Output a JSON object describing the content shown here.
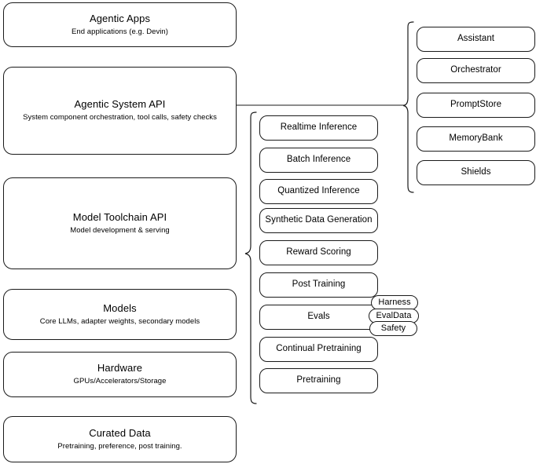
{
  "diagram": {
    "title": "Agentic stack layered architecture",
    "stroke_color": "#1a1a1a",
    "background_color": "#ffffff",
    "text_color": "#000000"
  },
  "layers": [
    {
      "id": "agentic-apps",
      "title": "Agentic Apps",
      "subtitle": "End applications (e.g. Devin)"
    },
    {
      "id": "agentic-system-api",
      "title": "Agentic System API",
      "subtitle": "System component orchestration, tool calls, safety checks"
    },
    {
      "id": "model-toolchain-api",
      "title": "Model Toolchain API",
      "subtitle": "Model development & serving"
    },
    {
      "id": "models",
      "title": "Models",
      "subtitle": "Core LLMs, adapter weights, secondary models"
    },
    {
      "id": "hardware",
      "title": "Hardware",
      "subtitle": "GPUs/Accelerators/Storage"
    },
    {
      "id": "curated-data",
      "title": "Curated Data",
      "subtitle": "Pretraining, preference, post training."
    }
  ],
  "toolchain_components": [
    {
      "id": "realtime-inference",
      "label": "Realtime Inference"
    },
    {
      "id": "batch-inference",
      "label": "Batch Inference"
    },
    {
      "id": "quantized-inference",
      "label": "Quantized Inference"
    },
    {
      "id": "synthetic-data-generation",
      "label": "Synthetic Data Generation"
    },
    {
      "id": "reward-scoring",
      "label": "Reward Scoring"
    },
    {
      "id": "post-training",
      "label": "Post Training"
    },
    {
      "id": "evals",
      "label": "Evals"
    },
    {
      "id": "continual-pretraining",
      "label": "Continual Pretraining"
    },
    {
      "id": "pretraining",
      "label": "Pretraining"
    }
  ],
  "system_components": [
    {
      "id": "assistant",
      "label": "Assistant"
    },
    {
      "id": "orchestrator",
      "label": "Orchestrator"
    },
    {
      "id": "promptstore",
      "label": "PromptStore"
    },
    {
      "id": "memorybank",
      "label": "MemoryBank"
    },
    {
      "id": "shields",
      "label": "Shields"
    }
  ],
  "eval_tags": [
    {
      "id": "harness",
      "label": "Harness"
    },
    {
      "id": "evaldata",
      "label": "EvalData"
    },
    {
      "id": "safety",
      "label": "Safety"
    }
  ]
}
